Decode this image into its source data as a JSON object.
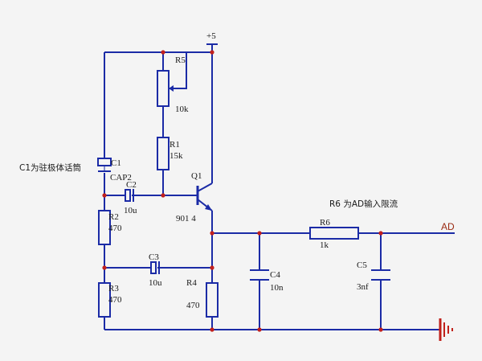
{
  "colors": {
    "wire": "#1b2ba6",
    "component": "#1b2ba6",
    "ground": "#c0201a",
    "net_label": "#9a2a12",
    "text": "#1a1a1a",
    "background": "#f4f4f4"
  },
  "power": {
    "label": "+5"
  },
  "net_label": {
    "text": "AD"
  },
  "notes": {
    "c1_note": "C1为驻极体话筒",
    "r6_note": "R6 为AD输入限流"
  },
  "components": {
    "r5": {
      "ref": "R5",
      "value": "10k"
    },
    "r1": {
      "ref": "R1",
      "value": "15k"
    },
    "c1": {
      "ref": "C1",
      "value": "CAP2"
    },
    "c2": {
      "ref": "C2",
      "value": "10u"
    },
    "q1": {
      "ref": "Q1",
      "value": "901 4"
    },
    "r2": {
      "ref": "R2",
      "value": "470"
    },
    "c3": {
      "ref": "C3",
      "value": "10u"
    },
    "r3": {
      "ref": "R3",
      "value": "470"
    },
    "r4": {
      "ref": "R4",
      "value": "470"
    },
    "c4": {
      "ref": "C4",
      "value": "10n"
    },
    "r6": {
      "ref": "R6",
      "value": "1k"
    },
    "c5": {
      "ref": "C5",
      "value": "3nf"
    }
  },
  "ground": {
    "icon": "ground-icon"
  }
}
